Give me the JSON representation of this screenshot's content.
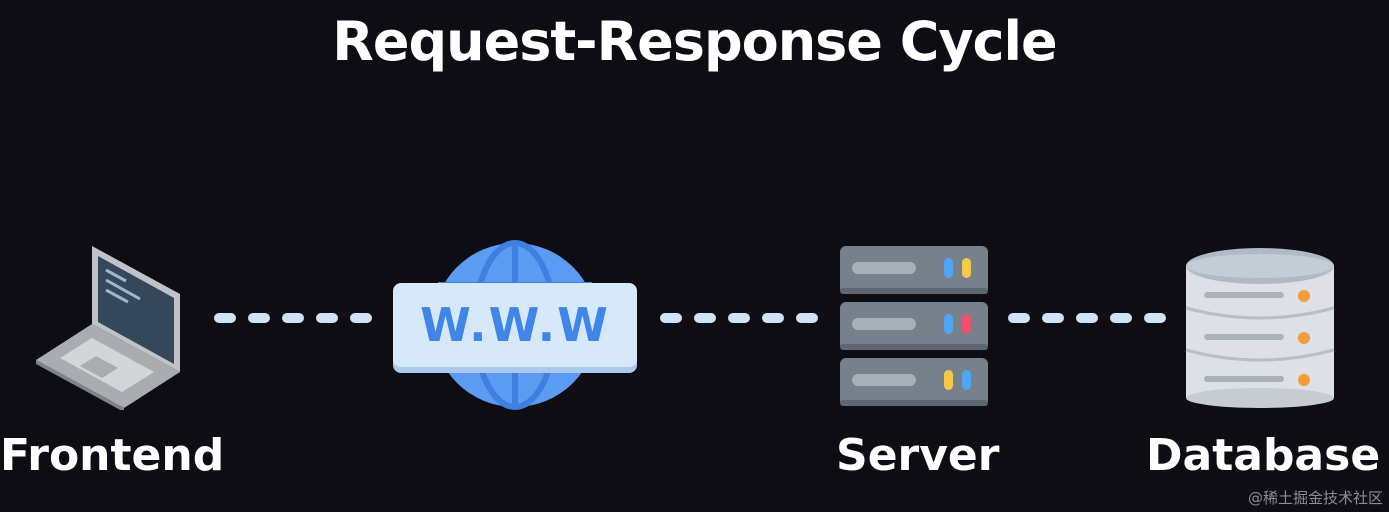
{
  "title": "Request-Response Cycle",
  "nodes": {
    "frontend": {
      "label": "Frontend",
      "icon": "laptop-icon"
    },
    "internet": {
      "label": "W.W.W",
      "icon": "globe-icon"
    },
    "server": {
      "label": "Server",
      "icon": "server-rack-icon"
    },
    "database": {
      "label": "Database",
      "icon": "database-icon"
    }
  },
  "connectors": {
    "style": "dashed",
    "color": "#cfe3f7"
  },
  "colors": {
    "background": "#0e0d13",
    "text": "#ffffff",
    "globe": "#5b9cf2",
    "banner": "#d7e8fb",
    "banner_text": "#3f86e8",
    "server_body": "#76818c",
    "led_yellow": "#f7c948",
    "led_blue": "#4ea7f4",
    "led_red": "#f0506e",
    "db_dot": "#f59b3a"
  },
  "watermark": "@稀土掘金技术社区"
}
